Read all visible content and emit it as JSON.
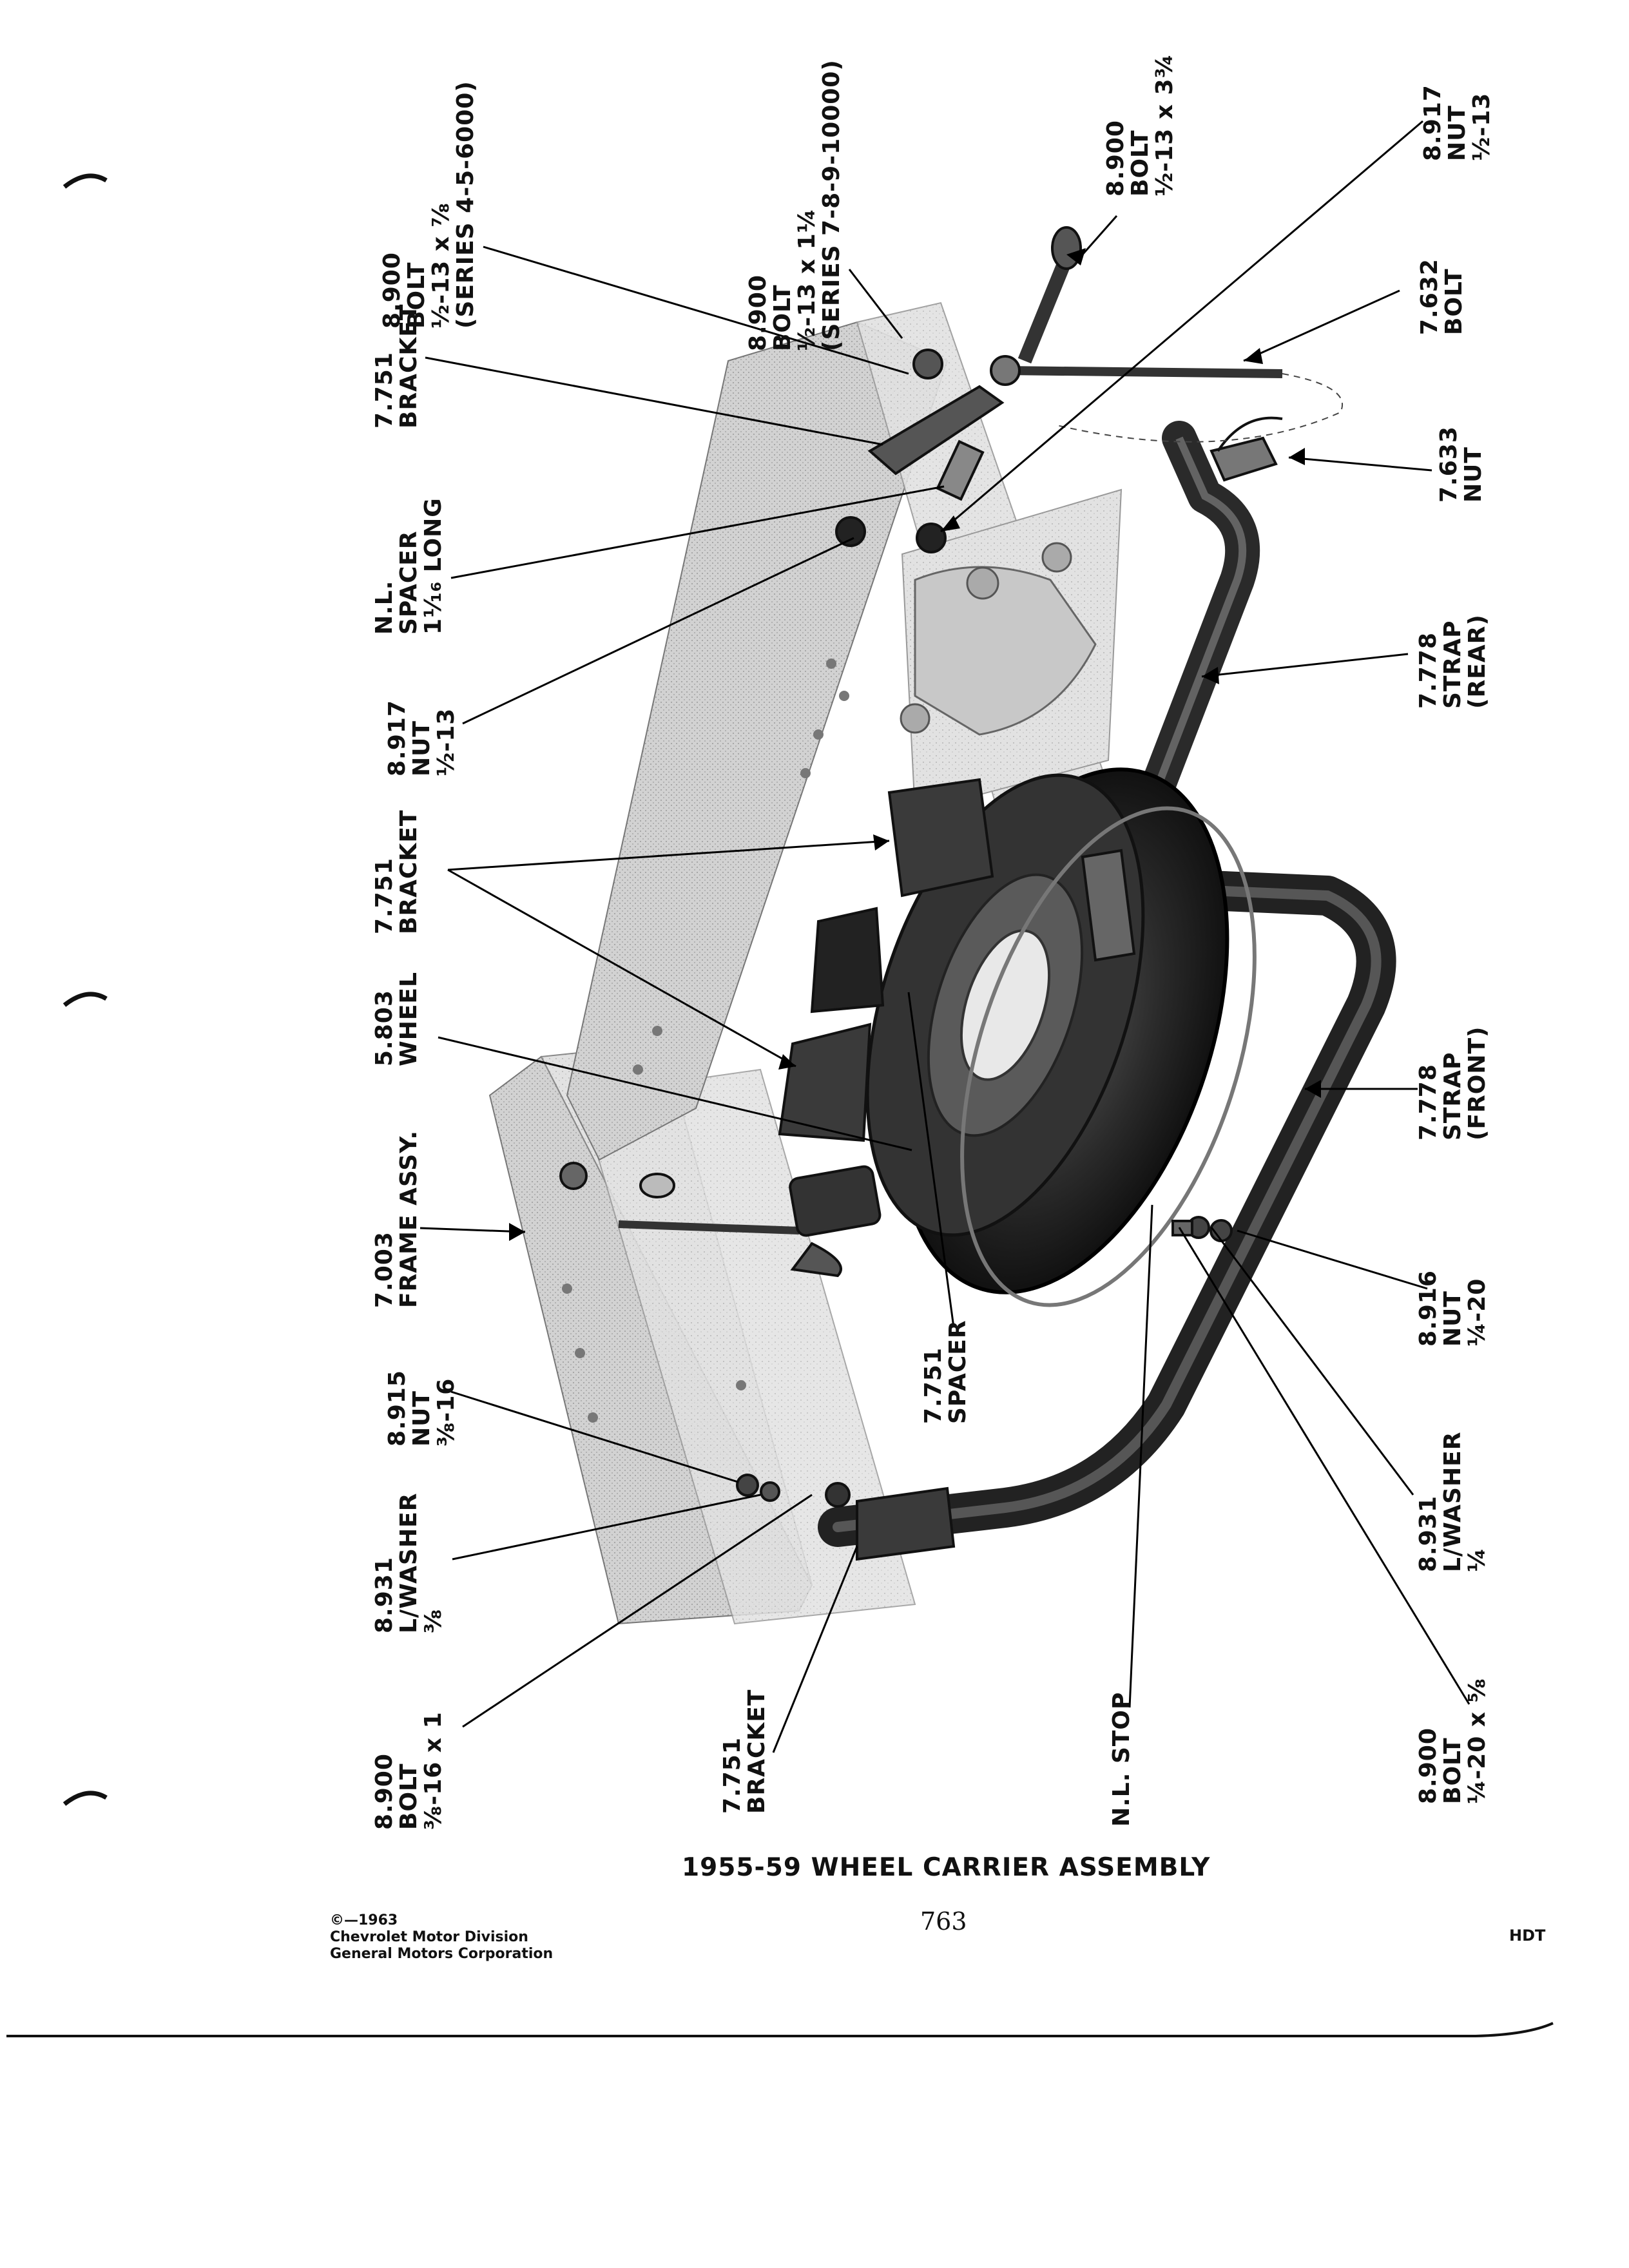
{
  "caption": "1955-59 WHEEL CARRIER ASSEMBLY",
  "page_number": "763",
  "copyright": [
    "©—1963",
    "Chevrolet Motor Division",
    "General Motors Corporation"
  ],
  "corner_code": "HDT",
  "callouts": {
    "bolt_series_4_5_6000": [
      "8.900",
      "BOLT",
      "½-13 x ⅞",
      "(SERIES 4-5-6000)"
    ],
    "bolt_series_7_8_9_10000": [
      "8.900",
      "BOLT",
      "½-13 x 1¼",
      "(SERIES 7-8-9-10000)"
    ],
    "bolt_half_13_x_3_3_4": [
      "8.900",
      "BOLT",
      "½-13 x 3¾"
    ],
    "nut_half_13_top_right": [
      "8.917",
      "NUT",
      "½-13"
    ],
    "bracket_top": [
      "7.751",
      "BRACKET"
    ],
    "bolt_7632": [
      "7.632",
      "BOLT"
    ],
    "spacer_nl": [
      "N.L.",
      "SPACER",
      "1¹⁄₁₆ LONG"
    ],
    "nut_7633": [
      "7.633",
      "NUT"
    ],
    "nut_half_13_left": [
      "8.917",
      "NUT",
      "½-13"
    ],
    "strap_rear": [
      "7.778",
      "STRAP",
      "(REAR)"
    ],
    "bracket_middle": [
      "7.751",
      "BRACKET"
    ],
    "wheel": [
      "5.803",
      "WHEEL"
    ],
    "strap_front": [
      "7.778",
      "STRAP",
      "(FRONT)"
    ],
    "frame_assy": [
      "7.003",
      "FRAME ASSY."
    ],
    "spacer_7751": [
      "7.751",
      "SPACER"
    ],
    "nut_quarter_20": [
      "8.916",
      "NUT",
      "¼-20"
    ],
    "nut_3_8_16": [
      "8.915",
      "NUT",
      "⅜-16"
    ],
    "lwasher_3_8": [
      "8.931",
      "L/WASHER",
      "⅜"
    ],
    "lwasher_quarter": [
      "8.931",
      "L/WASHER",
      "¼"
    ],
    "bolt_3_8_16_x_1": [
      "8.900",
      "BOLT",
      "⅜-16 x 1"
    ],
    "bracket_bottom": [
      "7.751",
      "BRACKET"
    ],
    "stop_nl": [
      "N.L. STOP"
    ],
    "bolt_quarter_20_x_5_8": [
      "8.900",
      "BOLT",
      "¼-20 x ⅝"
    ]
  }
}
